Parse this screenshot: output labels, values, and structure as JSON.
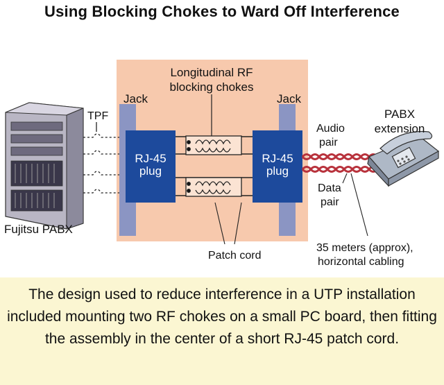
{
  "title": "Using Blocking Chokes to Ward Off Interference",
  "labels": {
    "chokes": "Longitudinal RF",
    "chokes_line2": "blocking chokes",
    "jack_left": "Jack",
    "jack_right": "Jack",
    "tpf": "TPF",
    "rj45_left_line1": "RJ-45",
    "rj45_left_line2": "plug",
    "rj45_right_line1": "RJ-45",
    "rj45_right_line2": "plug",
    "pabx_extension_line1": "PABX",
    "pabx_extension_line2": "extension",
    "audio_pair_line1": "Audio",
    "audio_pair_line2": "pair",
    "data_pair_line1": "Data",
    "data_pair_line2": "pair",
    "fujitsu_pabx": "Fujitsu PABX",
    "patch_cord": "Patch cord",
    "cabling_line1": "35 meters (approx),",
    "cabling_line2": "horizontal cabling"
  },
  "caption": "The design used to reduce interference in a UTP installation included mounting two RF chokes on a small PC board, then fitting the assembly in the center of a short RJ-45 patch cord.",
  "colors": {
    "panel": "#f7c9ad",
    "jack": "#8b95c3",
    "plug": "#1d4a9c",
    "cable": "#b8323c",
    "caption_bg": "#fbf6d2"
  }
}
